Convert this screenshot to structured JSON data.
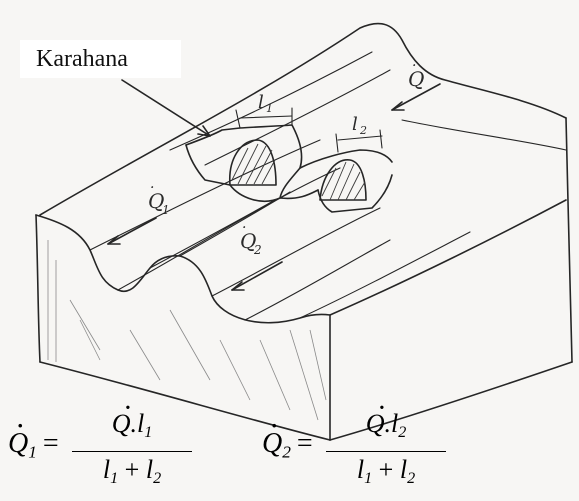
{
  "callout": {
    "label": "Karahana"
  },
  "sketch_labels": {
    "q_in": "Q",
    "q1": "Q",
    "q1_sub": "1",
    "q2": "Q",
    "q2_sub": "2",
    "l1": "l",
    "l1_sub": "1",
    "l2": "l",
    "l2_sub": "2"
  },
  "formulas": {
    "f1": {
      "lhs": "Q",
      "lhs_sub": "1",
      "num": "Q.l",
      "num_sub": "1",
      "den_a": "l",
      "den_a_sub": "1",
      "den_plus": "+",
      "den_b": "l",
      "den_b_sub": "2"
    },
    "f2": {
      "lhs": "Q",
      "lhs_sub": "2",
      "num": "Q.l",
      "num_sub": "2",
      "den_a": "l",
      "den_a_sub": "1",
      "den_plus": "+",
      "den_b": "l",
      "den_b_sub": "2"
    },
    "equals": "="
  },
  "colors": {
    "paper": "#f7f6f4",
    "ink": "#262626"
  }
}
